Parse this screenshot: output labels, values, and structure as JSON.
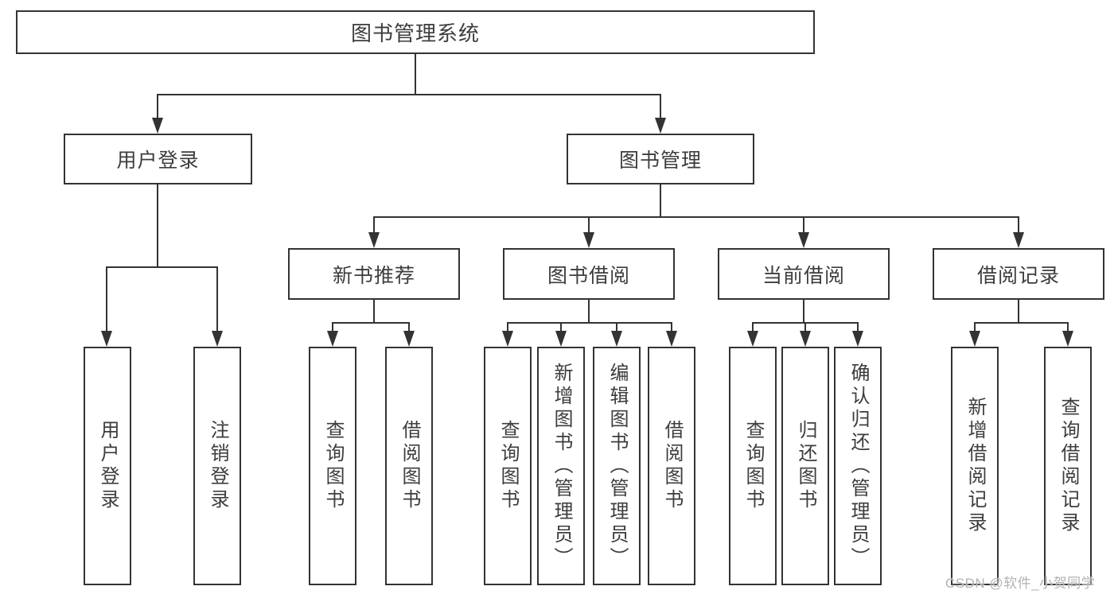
{
  "colors": {
    "background": "#ffffff",
    "line": "#333333",
    "box_border": "#333333",
    "text": "#3d3d3d",
    "watermark_text": "#b2b2b2"
  },
  "diagram": {
    "root": {
      "label": "图书管理系统"
    },
    "branches": [
      {
        "label": "用户登录",
        "children": [
          {
            "label": "用户登录"
          },
          {
            "label": "注销登录"
          }
        ]
      },
      {
        "label": "图书管理",
        "modules": [
          {
            "label": "新书推荐",
            "children": [
              {
                "label": "查询图书"
              },
              {
                "label": "借阅图书"
              }
            ]
          },
          {
            "label": "图书借阅",
            "children": [
              {
                "label": "查询图书"
              },
              {
                "label": "新增图书（管理员）"
              },
              {
                "label": "编辑图书（管理员）"
              },
              {
                "label": "借阅图书"
              }
            ]
          },
          {
            "label": "当前借阅",
            "children": [
              {
                "label": "查询图书"
              },
              {
                "label": "归还图书"
              },
              {
                "label": "确认归还（管理员）"
              }
            ]
          },
          {
            "label": "借阅记录",
            "children": [
              {
                "label": "新增借阅记录"
              },
              {
                "label": "查询借阅记录"
              }
            ]
          }
        ]
      }
    ]
  },
  "watermark": {
    "text": "CSDN @软件_小贺同学"
  }
}
